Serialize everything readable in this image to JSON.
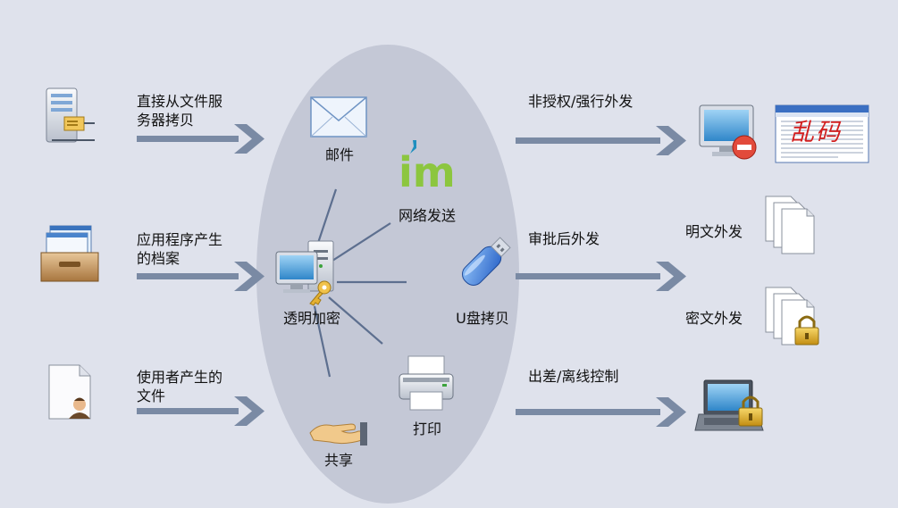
{
  "colors": {
    "background": "#dfe2ec",
    "ellipse": "#c4c8d6",
    "arrow": "#7a8aa4",
    "spoke": "#5d6f8f",
    "im_green": "#8cc63f"
  },
  "sources": [
    {
      "label": "直接从文件服务器拷贝",
      "icon": "file-server-icon"
    },
    {
      "label": "应用程序产生的档案",
      "icon": "document-tray-icon"
    },
    {
      "label": "使用者产生的文件",
      "icon": "user-document-icon"
    }
  ],
  "hub": {
    "label": "透明加密",
    "icon": "computer-key-icon"
  },
  "channels": [
    {
      "label": "邮件",
      "icon": "envelope-icon"
    },
    {
      "label": "网络发送",
      "icon": "im-icon",
      "icon_text": "im"
    },
    {
      "label": "U盘拷贝",
      "icon": "usb-drive-icon"
    },
    {
      "label": "打印",
      "icon": "printer-icon"
    },
    {
      "label": "共享",
      "icon": "handshake-icon"
    }
  ],
  "outputs": [
    {
      "label": "非授权/强行外发",
      "result_icon": "monitor-blocked-icon",
      "garbled_text": "乱码"
    },
    {
      "label": "审批后外发",
      "results": [
        {
          "label": "明文外发",
          "icon": "plain-documents-icon"
        },
        {
          "label": "密文外发",
          "icon": "locked-documents-icon"
        }
      ]
    },
    {
      "label": "出差/离线控制",
      "result_icon": "locked-laptop-icon"
    }
  ]
}
